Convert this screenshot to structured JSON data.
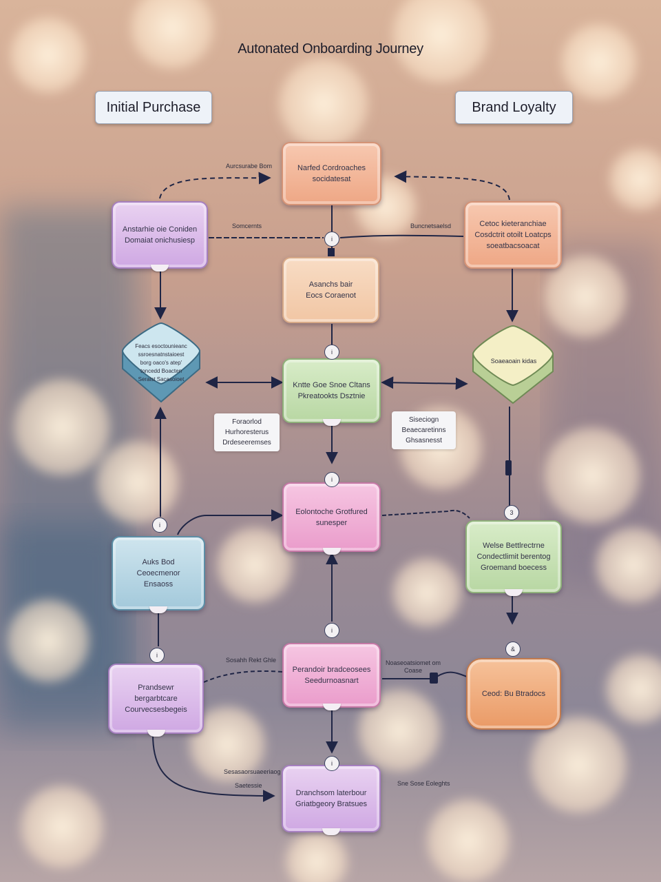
{
  "title": "Autonated Onboarding Journey",
  "headers": {
    "left": "Initial Purchase",
    "right": "Brand Loyalty"
  },
  "nodes": {
    "top_center": "Narfed Cordroaches\nsocidatesat",
    "left_1": "Anstarhie oie Coniden\nDomaiat onichusiesp",
    "right_1": "Cetoc kieteranchiae\nCosdctrit otoilt Loatcps\nsoeatbacsoacat",
    "center_1": "Asanchs bair\nEocs Coraenot",
    "left_diamond": "Feacs esoctounieanc\nssroesnatnstaioest\nborg oaco's atep'\ntoncedd Boacten\nSeraist Sacasoioet",
    "center_2": "Kntte Goe Snoe Cltans\nPkreatookts Dsztnie",
    "right_diamond": "Soaeaoain kidas",
    "center_3": "Eolontoche Grotfured\nsunesper",
    "left_2": "Auks Bod Ceoecmenor\nEnsaoss",
    "right_2": "Welse Bettlrectrne\nCondectlimit berentog\nGroemand boecess",
    "center_4": "Perandoir bradceosees\nSeedurnoasnart",
    "left_3": "Prandsewr bergarbtcare\nCourvecsesbegeis",
    "right_3": "Ceod: Bu Btradocs",
    "bottom": "Dranchsom laterbour\nGriatbgeory Bratsues"
  },
  "notes": {
    "left": "Foraorlod\nHurhoresterus\nDrdeseeremses",
    "right": "Siseciogn\nBeaecaretinns\nGhsasnesst"
  },
  "labels": {
    "top_left_arrow": "Aurcsurabe Bom",
    "mid_left": "Somcernts",
    "mid_right": "Buncnetsaelsd",
    "lower_left": "Sosahh Rekt Ghle",
    "lower_right": "Noaseoatsiomet om\nCoase",
    "bottom_left_1": "Sesasaorsuaeeriaog",
    "bottom_left_2": "Saetessie",
    "bottom_right": "Sne Sose Eoleghts"
  },
  "badges": {
    "top": "i",
    "center_1": "i",
    "center_2": "i",
    "center_3": "i",
    "left_1": "i",
    "left_2": "i",
    "right_1": "3",
    "right_2": "&",
    "bottom": "i"
  },
  "colors": {
    "connector": "#1f2545",
    "orange": "#eea785",
    "purple": "#cfa8e3",
    "green": "#b8d7a3",
    "pink": "#ea9ccb",
    "blue": "#a3c9db"
  }
}
